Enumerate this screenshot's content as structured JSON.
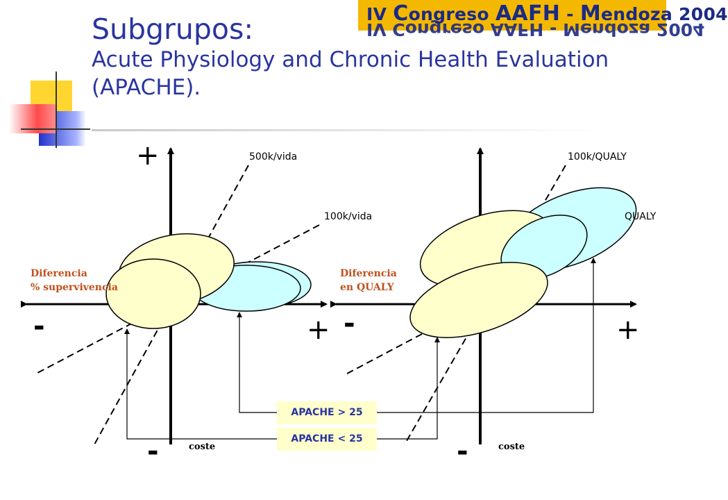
{
  "banner": {
    "text_parts": [
      "IV ",
      "C",
      "ongreso ",
      "AAFH",
      " - ",
      "M",
      "endoza 2004"
    ],
    "full_text": "IV Congreso AAFH - Mendoza 2004"
  },
  "title": {
    "main": "Subgrupos:",
    "sub": "Acute Physiology and Chronic Health Evaluation (APACHE)."
  },
  "colors": {
    "title": "#2a34a0",
    "banner_bg": "#f4b800",
    "banner_text": "#1b2a86",
    "ellipse_yellow": "#ffffcc",
    "ellipse_blue": "#ccffff",
    "axis_label": "#c0501e",
    "apache_box": "#ffffcc"
  },
  "left_plot": {
    "top_sign": "+",
    "bottom_sign": "-",
    "left_sign": "-",
    "right_sign": "+",
    "ratio_upper": "500k/vida",
    "ratio_lower": "100k/vida",
    "y_label_line1": "Diferencia",
    "y_label_line2": "% supervivencia",
    "x_label": "coste"
  },
  "right_plot": {
    "bottom_sign": "-",
    "left_sign": "-",
    "right_sign": "+",
    "ratio_upper": "100k/QUALY",
    "ratio_lower": "QUALY",
    "y_label_line1": "Diferencia",
    "y_label_line2": "en QUALY",
    "x_label": "coste"
  },
  "legend": {
    "high": "APACHE > 25",
    "low": "APACHE < 25"
  }
}
